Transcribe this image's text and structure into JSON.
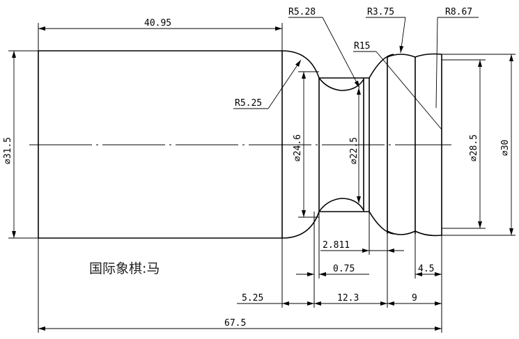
{
  "title": "国际象棋:马",
  "dims": {
    "top_width": "40.95",
    "r_shoulder": "R5.28",
    "r_bead_left": "R3.75",
    "r_right": "R8.67",
    "r_arc": "R15",
    "r_left_groove": "R5.25",
    "dia_body": "⌀31.5",
    "dia_groove_outer": "⌀24.6",
    "dia_groove_inner": "⌀22.5",
    "dia_bead": "⌀28.5",
    "dia_end": "⌀30",
    "groove_w": "2.811",
    "small_gap": "0.75",
    "end_len": "4.5",
    "shoulder_len": "5.25",
    "mid_len": "12.3",
    "right_len": "9",
    "total_len": "67.5"
  }
}
